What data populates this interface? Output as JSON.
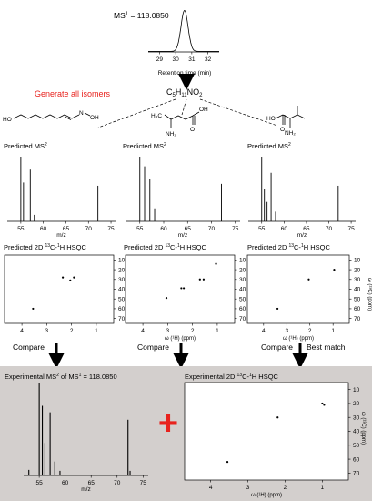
{
  "top": {
    "ms1_label": "MS",
    "ms1_sup": "1",
    "ms1_value": " = 118.0850",
    "rt_ticks": [
      "29",
      "30",
      "31",
      "32"
    ],
    "rt_label": "Retention time (min)",
    "formula_main": "C",
    "formula_sub1": "5",
    "formula_h": "H",
    "formula_sub2": "11",
    "formula_tail": "NO",
    "formula_sub3": "2",
    "generate_label": "Generate all isomers"
  },
  "predicted": {
    "ms2_title": "Predicted MS",
    "ms2_sup": "2",
    "mz_ticks": [
      "55",
      "60",
      "65",
      "70",
      "75"
    ],
    "mz_label": "m/z",
    "hsqc_title_a": "Predicted 2D ",
    "hsqc_title_b": "C-",
    "hsqc_title_c": "H HSQC",
    "hsqc_sup13": "13",
    "hsqc_sup1": "1",
    "hsqc_y_ticks": [
      "10",
      "20",
      "30",
      "40",
      "50",
      "60",
      "70"
    ],
    "hsqc_x_ticks": [
      "4",
      "3",
      "2",
      "1"
    ],
    "hsqc_x_label": "ω (¹H) (ppm)",
    "hsqc_y_label": "ω (¹³C) (ppm)"
  },
  "compare": {
    "labels": [
      "Compare",
      "Compare",
      "Compare"
    ],
    "best_match": "Best match"
  },
  "experimental": {
    "ms2_title": "Experimental MS",
    "ms2_sup": "2",
    "ms2_tail": " of MS",
    "ms2_sup1": "1",
    "ms2_value": " = 118.0850",
    "hsqc_title": "Experimental 2D ",
    "hsqc_tail": "C-",
    "hsqc_tail2": "H HSQC",
    "mz_ticks": [
      "55",
      "60",
      "65",
      "70",
      "75"
    ],
    "mz_label": "m/z",
    "plus": "+"
  },
  "colors": {
    "red": "#e8221d",
    "panel": "#d3cfcd"
  },
  "chart_data": [
    {
      "type": "line",
      "title": "",
      "xlabel": "Retention time (min)",
      "x_ticks": [
        29,
        30,
        31,
        32
      ],
      "xlim": [
        28.3,
        32.7
      ],
      "peak_center": 30.55,
      "peak_width": 0.22
    },
    {
      "type": "bar",
      "title": "Predicted MS2",
      "xlabel": "m/z",
      "xlim": [
        52,
        76
      ],
      "values": [
        [
          55.0,
          1.0
        ],
        [
          55.6,
          0.6
        ],
        [
          57.1,
          0.8
        ],
        [
          58.0,
          0.1
        ],
        [
          72.1,
          0.55
        ]
      ]
    },
    {
      "type": "bar",
      "title": "Predicted MS2",
      "xlabel": "m/z",
      "xlim": [
        52,
        76
      ],
      "values": [
        [
          55.0,
          1.0
        ],
        [
          56.0,
          0.85
        ],
        [
          57.1,
          0.65
        ],
        [
          58.1,
          0.2
        ],
        [
          72.1,
          0.58
        ]
      ]
    },
    {
      "type": "bar",
      "title": "Predicted MS2",
      "xlabel": "m/z",
      "xlim": [
        52,
        76
      ],
      "values": [
        [
          55.0,
          1.0
        ],
        [
          55.6,
          0.5
        ],
        [
          56.2,
          0.3
        ],
        [
          57.1,
          0.75
        ],
        [
          58.1,
          0.15
        ],
        [
          72.1,
          0.55
        ]
      ]
    },
    {
      "type": "scatter",
      "title": "Predicted 2D 13C-1H HSQC",
      "xlim": [
        4.7,
        0.3
      ],
      "ylim": [
        5,
        75
      ],
      "points": [
        [
          2.35,
          28
        ],
        [
          2.05,
          31
        ],
        [
          1.9,
          28
        ],
        [
          3.55,
          60
        ]
      ]
    },
    {
      "type": "scatter",
      "title": "Predicted 2D 13C-1H HSQC",
      "xlim": [
        4.7,
        0.3
      ],
      "ylim": [
        5,
        75
      ],
      "points": [
        [
          1.05,
          14
        ],
        [
          1.55,
          30
        ],
        [
          1.7,
          30
        ],
        [
          2.45,
          39
        ],
        [
          2.35,
          39
        ],
        [
          3.05,
          49
        ]
      ]
    },
    {
      "type": "scatter",
      "title": "Predicted 2D 13C-1H HSQC",
      "xlim": [
        4.7,
        0.3
      ],
      "ylim": [
        5,
        75
      ],
      "points": [
        [
          0.95,
          20
        ],
        [
          2.05,
          30
        ],
        [
          3.4,
          60
        ]
      ]
    },
    {
      "type": "bar",
      "title": "Experimental MS2 of MS1 = 118.0850",
      "xlabel": "m/z",
      "xlim": [
        52,
        76
      ],
      "values": [
        [
          53.0,
          0.06
        ],
        [
          55.0,
          1.0
        ],
        [
          55.6,
          0.75
        ],
        [
          56.1,
          0.35
        ],
        [
          57.1,
          0.68
        ],
        [
          58.0,
          0.15
        ],
        [
          59.0,
          0.05
        ],
        [
          72.1,
          0.6
        ],
        [
          72.5,
          0.05
        ]
      ]
    },
    {
      "type": "scatter",
      "title": "Experimental 2D 13C-1H HSQC",
      "xlim": [
        4.7,
        0.3
      ],
      "ylim": [
        5,
        75
      ],
      "points": [
        [
          1.0,
          20
        ],
        [
          0.95,
          21
        ],
        [
          2.2,
          30
        ],
        [
          3.55,
          62
        ]
      ]
    }
  ]
}
